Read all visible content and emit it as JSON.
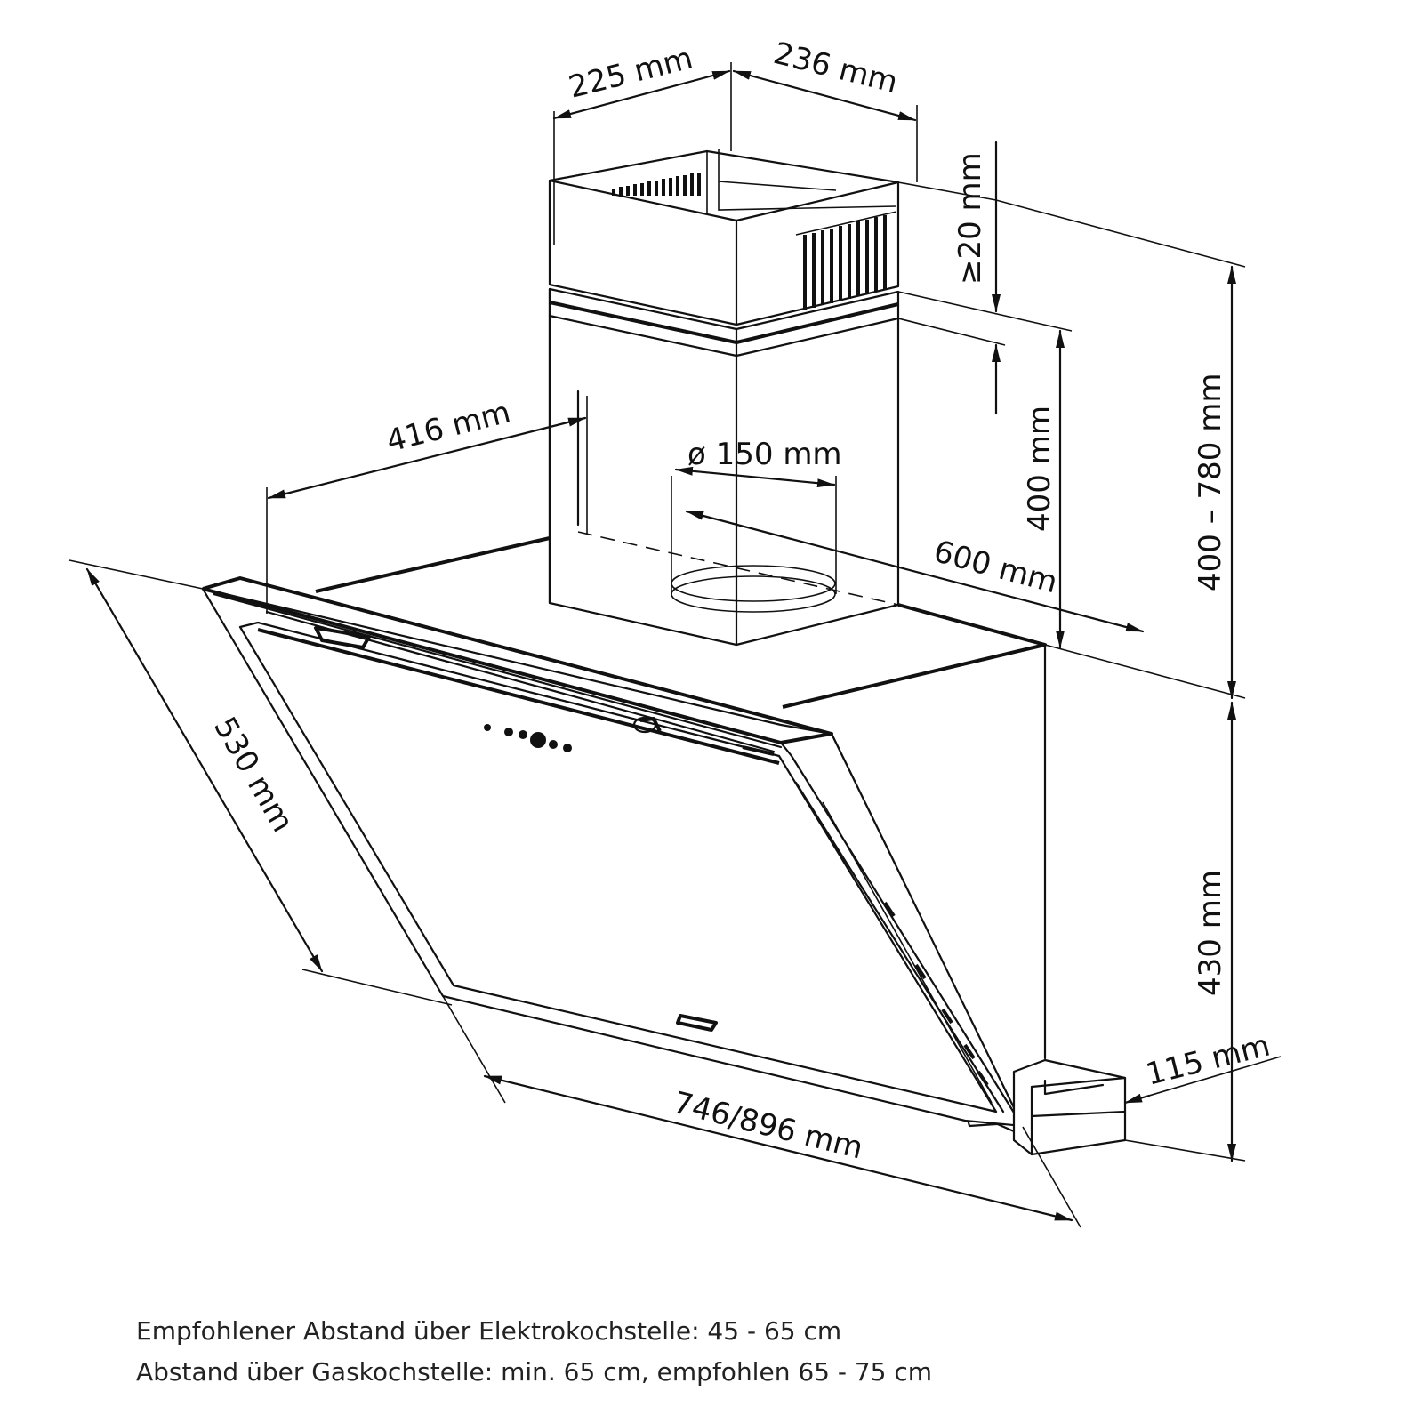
{
  "dimensions": {
    "chimney_depth": "225 mm",
    "chimney_width": "236 mm",
    "min_overlap": "≥20 mm",
    "chimney_height_range": "400 – 780 mm",
    "chimney_inner_height": "400 mm",
    "duct_diameter": "ø 150 mm",
    "depth_416": "416 mm",
    "depth_600": "600 mm",
    "glass_height": "530 mm",
    "hood_height": "430 mm",
    "base_depth": "115 mm",
    "width": "746/896 mm"
  },
  "notes": {
    "electric": "Empfohlener Abstand über Elektrokochstelle: 45 - 65 cm",
    "gas": "Abstand über Gaskochstelle: min. 65 cm, empfohlen 65 - 75 cm"
  }
}
